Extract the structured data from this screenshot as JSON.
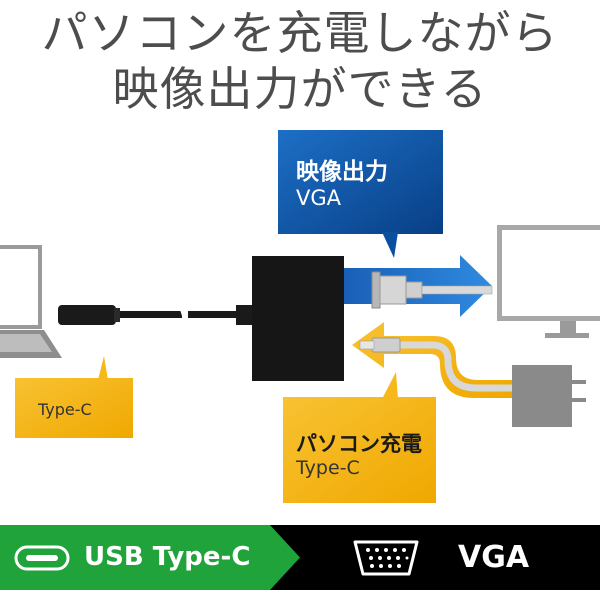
{
  "headline": {
    "line1": "パソコンを充電しながら",
    "line2": "映像出力ができる"
  },
  "callouts": {
    "video_out": {
      "title": "映像出力",
      "subtitle": "VGA"
    },
    "laptop_port": {
      "label": "Type-C"
    },
    "charging": {
      "title": "パソコン充電",
      "subtitle": "Type-C"
    }
  },
  "bottom_bar": {
    "left_label": "USB Type-C",
    "right_label": "VGA"
  },
  "colors": {
    "headline_text": "#4d4d4d",
    "blue_callout": "#0b5cab",
    "yellow_callout": "#f6b81a",
    "green_bar": "#1fa33a",
    "bar_black": "#000000",
    "device_gray": "#8a8a8a"
  },
  "icons": [
    "laptop-icon",
    "monitor-icon",
    "power-adapter-icon",
    "usb-c-port-icon",
    "vga-port-icon"
  ]
}
